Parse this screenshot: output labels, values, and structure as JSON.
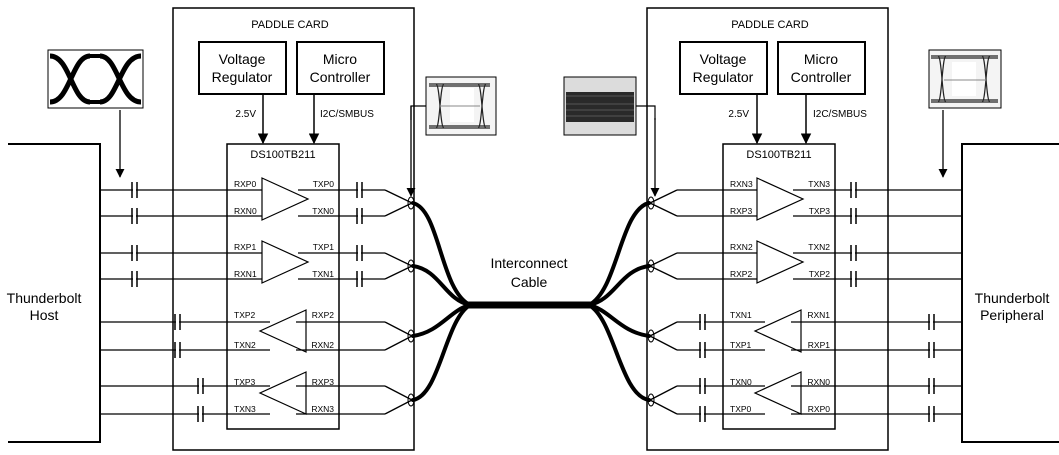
{
  "left_card": {
    "title": "PADDLE CARD",
    "regulator_line1": "Voltage",
    "regulator_line2": "Regulator",
    "micro_line1": "Micro",
    "micro_line2": "Controller",
    "voltage_label": "2.5V",
    "bus_label": "I2C/SMBUS",
    "chip_name": "DS100TB211",
    "pins": {
      "rxp0": "RXP0",
      "rxn0": "RXN0",
      "txp0": "TXP0",
      "txn0": "TXN0",
      "rxp1": "RXP1",
      "rxn1": "RXN1",
      "txp1": "TXP1",
      "txn1": "TXN1",
      "txp2": "TXP2",
      "txn2": "TXN2",
      "rxp2": "RXP2",
      "rxn2": "RXN2",
      "txp3": "TXP3",
      "txn3": "TXN3",
      "rxp3": "RXP3",
      "rxn3": "RXN3"
    }
  },
  "right_card": {
    "title": "PADDLE CARD",
    "regulator_line1": "Voltage",
    "regulator_line2": "Regulator",
    "micro_line1": "Micro",
    "micro_line2": "Controller",
    "voltage_label": "2.5V",
    "bus_label": "I2C/SMBUS",
    "chip_name": "DS100TB211",
    "pins": {
      "rxn3": "RXN3",
      "rxp3": "RXP3",
      "txn3": "TXN3",
      "txp3": "TXP3",
      "rxn2": "RXN2",
      "rxp2": "RXP2",
      "txn2": "TXN2",
      "txp2": "TXP2",
      "txn1": "TXN1",
      "txp1": "TXP1",
      "rxn1": "RXN1",
      "rxp1": "RXP1",
      "txn0": "TXN0",
      "txp0": "TXP0",
      "rxn0": "RXN0",
      "rxp0": "RXP0"
    }
  },
  "host": {
    "line1": "Thunderbolt",
    "line2": "Host"
  },
  "peripheral": {
    "line1": "Thunderbolt",
    "line2": "Peripheral"
  },
  "cable": {
    "line1": "Interconnect",
    "line2": "Cable"
  }
}
